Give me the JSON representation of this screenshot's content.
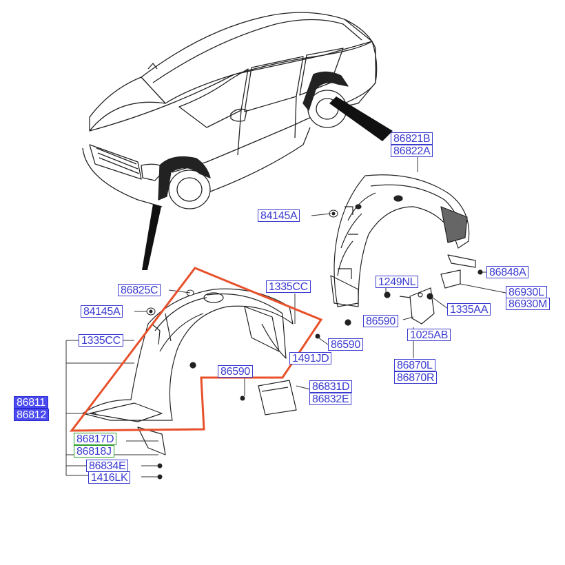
{
  "labels": {
    "p86821B": "86821B",
    "p86822A": "86822A",
    "p84145A_top": "84145A",
    "p86825C": "86825C",
    "p84145A_left": "84145A",
    "p1335CC_top": "1335CC",
    "p1335CC_left": "1335CC",
    "p86811": "86811",
    "p86812": "86812",
    "p86817D": "86817D",
    "p86818J": "86818J",
    "p86834E": "86834E",
    "p1416LK": "1416LK",
    "p86590_a": "86590",
    "p86590_b": "86590",
    "p86590_c": "86590",
    "p1491JD": "1491JD",
    "p86831D": "86831D",
    "p86832E": "86832E",
    "p1249NL": "1249NL",
    "p1025AB": "1025AB",
    "p86870L": "86870L",
    "p86870R": "86870R",
    "p86848A": "86848A",
    "p86930L": "86930L",
    "p86930M": "86930M",
    "p1335AA": "1335AA"
  },
  "colors": {
    "label_blue": "#3a3ad0",
    "label_green": "#2a9a2a",
    "highlight_fill": "#4a4af0",
    "selection_outline": "#e8502a",
    "line_art": "#222222"
  },
  "icons": {
    "car": "sedan-line-art",
    "front_liner": "front-wheel-guard",
    "rear_liner": "rear-wheel-guard"
  }
}
